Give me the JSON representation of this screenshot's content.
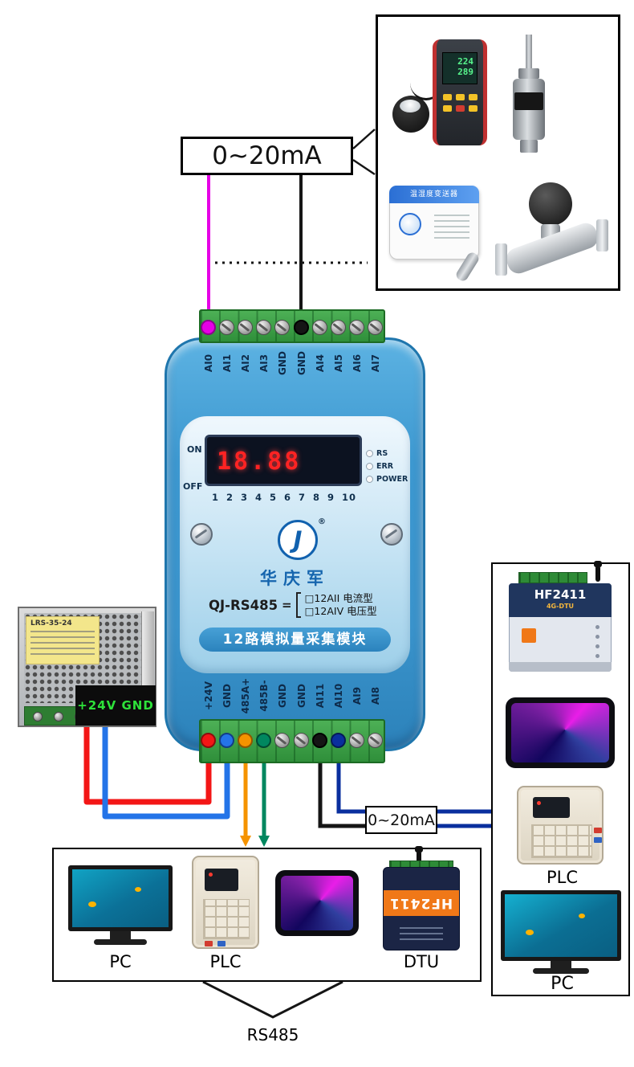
{
  "annotations": {
    "current_label_top": "0~20mA",
    "current_label_small": "0~20mA",
    "rs485_label": "RS485"
  },
  "module": {
    "top_terminals": [
      "AI0",
      "AI1",
      "AI2",
      "AI3",
      "GND",
      "GND",
      "AI4",
      "AI5",
      "AI6",
      "AI7"
    ],
    "bottom_terminals": [
      "+24V",
      "GND",
      "485A+",
      "485B-",
      "GND",
      "GND",
      "AI11",
      "AI10",
      "AI9",
      "AI8"
    ],
    "on_label": "ON",
    "off_label": "OFF",
    "display_value": "18.88",
    "channel_numbers": "1 2 3 4 5 6 7 8 9 10",
    "leds": [
      "RS",
      "ERR",
      "POWER"
    ],
    "brand": "华庆军",
    "reg_mark": "®",
    "model": "QJ-RS485",
    "model_connector": "=",
    "option_current": "□12AII 电流型",
    "option_voltage": "□12AIV 电压型",
    "product_name": "12路模拟量采集模块"
  },
  "power_supply": {
    "model": "LRS-35-24",
    "output_label": "+24V GND"
  },
  "sensors": {
    "lux_reading_top": "224",
    "lux_reading_bottom": "289",
    "th_sensor_title": "温湿度变送器"
  },
  "bottom_group": {
    "pc_label": "PC",
    "plc_label": "PLC",
    "dtu_label": "DTU",
    "dtu_model": "HF2411"
  },
  "right_group": {
    "dtu_model": "HF2411",
    "dtu_sub": "4G-DTU",
    "plc_label": "PLC",
    "pc_label": "PC"
  }
}
